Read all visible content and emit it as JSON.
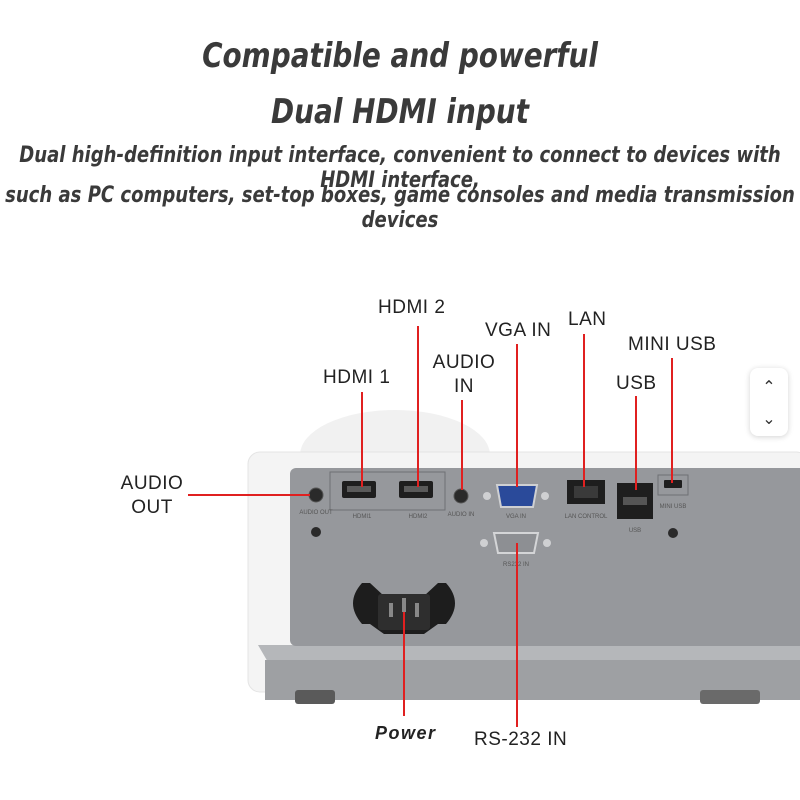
{
  "heading": {
    "line1": "Compatible and powerful",
    "line2": "Dual HDMI input",
    "desc_line1": "Dual high-definition input interface, convenient to connect to devices with HDMI interface,",
    "desc_line2": "such as PC computers, set-top boxes, game consoles and media transmission devices"
  },
  "callouts": {
    "hdmi2": "HDMI 2",
    "vga_in": "VGA IN",
    "lan": "LAN",
    "mini_usb": "MINI USB",
    "hdmi1": "HDMI 1",
    "audio_in_line1": "AUDIO",
    "audio_in_line2": "IN",
    "usb": "USB",
    "audio_out_line1": "AUDIO",
    "audio_out_line2": "OUT",
    "power": "Power",
    "rs232": "RS-232 IN"
  },
  "panel_printed_labels": {
    "audio_out": "AUDIO OUT",
    "hdmi1": "HDMI1",
    "hdmi2": "HDMI2",
    "audio_in": "AUDIO IN",
    "vga_in": "VGA IN",
    "lan_control": "LAN CONTROL",
    "usb": "USB",
    "mini_usb": "MINI USB",
    "rs232_in": "RS232 IN"
  },
  "scroll_controls": {
    "up_icon": "chevron-up-icon",
    "down_icon": "chevron-down-icon",
    "up_glyph": "⌃",
    "down_glyph": "⌄"
  },
  "colors": {
    "callout_line": "#e02020",
    "panel": "#96989c",
    "body_white": "#f2f2f2",
    "heading_text": "#3a3a3a"
  }
}
